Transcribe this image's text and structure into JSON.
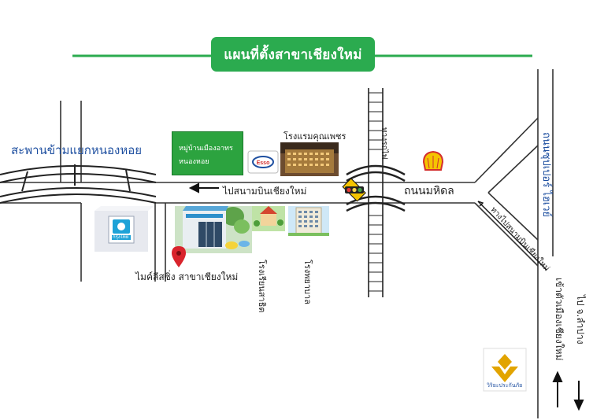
{
  "title": "แผนที่ตั้งสาขาเชียงใหม่",
  "labels": {
    "bridge": "สะพานข้ามแยกหนองหอย",
    "village": [
      "หมู่บ้านเมืองอาทร",
      "หนองหอย"
    ],
    "hotel_top": "โรงแรมคุณเพชร",
    "to_airport": "ไปสนามบินเชียงใหม่",
    "road_mahidol": "ถนนมหิดล",
    "branch": "ไมค์ลีสซิ่ง  สาขาเชียงใหม่",
    "school_a": "โรงเรียนสาธิต",
    "hospital": "โรงพยาบาล",
    "vert_road": "ทางรถไฟ",
    "superhighway": "ถนนซุปเปอร์ ไฮเวย์",
    "airport_way": "ทางไปสนามบินเชียงใหม่",
    "to_city": "เข้าตัวเมืองเชียงใหม่",
    "to_lampang": "ไป จ.ลำปาง",
    "brand": "วิริยะประกันภัย",
    "bank_sign": "กรุงไทย"
  },
  "icons": [
    "shell-logo",
    "esso-logo",
    "traffic-light-icon",
    "location-pin-icon",
    "ktb-bank-icon",
    "viriyah-logo-icon",
    "arrow-left-icon",
    "arrow-up-icon",
    "arrow-down-icon"
  ],
  "colors": {
    "title_bg": "#2bab4f",
    "title_rule": "#2bab4f",
    "bridge_label": "#1e4fa0",
    "village_box": "#2ca33f",
    "pin": "#d9242c",
    "shell": "#f5c400",
    "viriyah": "#e2a400"
  }
}
